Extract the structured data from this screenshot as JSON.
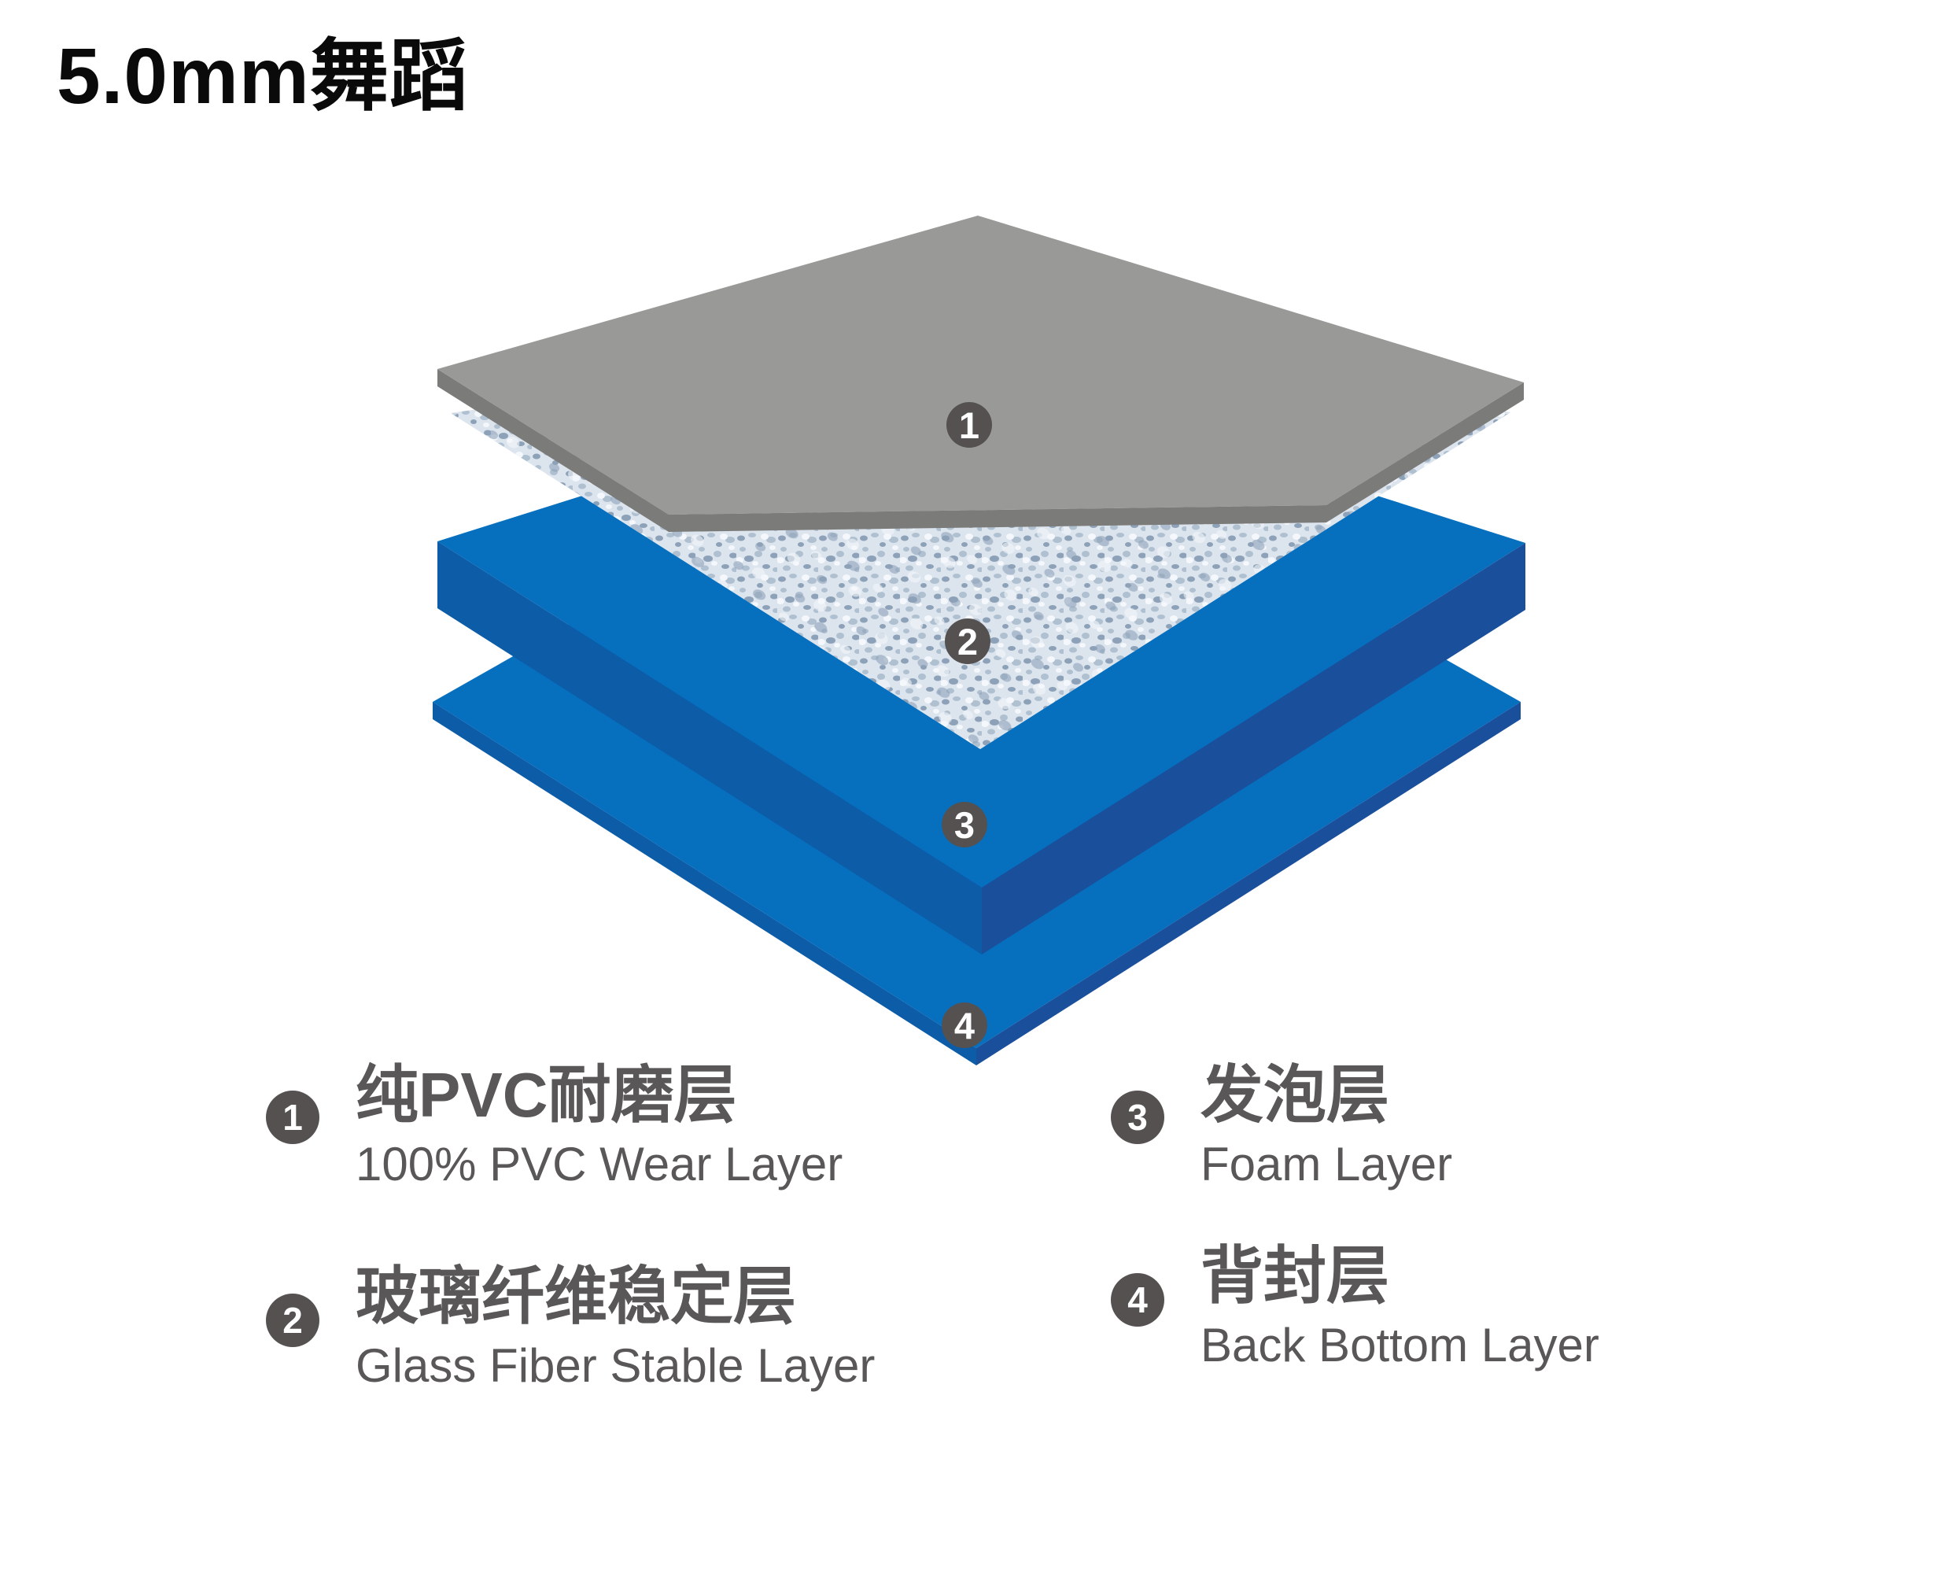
{
  "page": {
    "title": "5.0mm舞蹈"
  },
  "colors": {
    "background": "#FFFFFF",
    "title_text": "#0A0A0A",
    "legend_text": "#595757",
    "badge_bg": "#545150",
    "badge_text": "#FFFFFF",
    "gray_top": "#999997",
    "gray_side": "#7B7B79",
    "blue_top": "#0670BF",
    "blue_side_left": "#0C5CA8",
    "blue_side_right": "#1A4F9C",
    "speckle_base": "#DCE4EE",
    "speckle_dot_dark": "#8DA2B8",
    "speckle_dot_mid": "#AFC0D0",
    "speckle_dot_light": "#F4F7FB"
  },
  "diagram": {
    "badges": [
      {
        "number": "1"
      },
      {
        "number": "2"
      },
      {
        "number": "3"
      },
      {
        "number": "4"
      }
    ]
  },
  "legend": {
    "items": [
      {
        "number": "1",
        "zh": "纯PVC耐磨层",
        "en": "100% PVC Wear Layer"
      },
      {
        "number": "2",
        "zh": "玻璃纤维稳定层",
        "en": "Glass Fiber Stable Layer"
      },
      {
        "number": "3",
        "zh": "发泡层",
        "en": "Foam Layer"
      },
      {
        "number": "4",
        "zh": "背封层",
        "en": "Back Bottom Layer"
      }
    ]
  }
}
